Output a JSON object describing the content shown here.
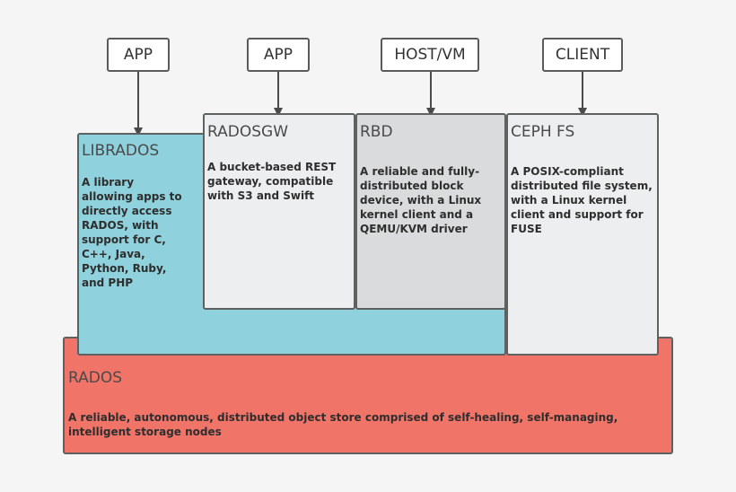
{
  "clients": [
    {
      "id": "app1",
      "label": "APP"
    },
    {
      "id": "app2",
      "label": "APP"
    },
    {
      "id": "hostvm",
      "label": "HOST/VM"
    },
    {
      "id": "client",
      "label": "CLIENT"
    }
  ],
  "components": {
    "rados": {
      "title": "RADOS",
      "desc": "A reliable, autonomous, distributed object store comprised of self-healing, self-managing, intelligent storage nodes"
    },
    "librados": {
      "title": "LIBRADOS",
      "desc": "A library allowing apps to directly access RADOS, with support for C, C++, Java, Python, Ruby, and PHP"
    },
    "radosgw": {
      "title": "RADOSGW",
      "desc": "A bucket-based REST gateway, compatible with S3 and Swift"
    },
    "rbd": {
      "title": "RBD",
      "desc": "A reliable and fully-distributed block device, with a Linux kernel client and a QEMU/KVM driver"
    },
    "cephfs": {
      "title": "CEPH FS",
      "desc": "A POSIX-compliant distributed file system, with a Linux kernel client and support for FUSE"
    }
  },
  "colors": {
    "rados": "#f07468",
    "librados": "#8fd1dc",
    "radosgw": "#eceeef",
    "rbd": "#d9dbdc",
    "cephfs": "#eceeef",
    "border": "#5f6060",
    "background": "#f5f5f5"
  }
}
